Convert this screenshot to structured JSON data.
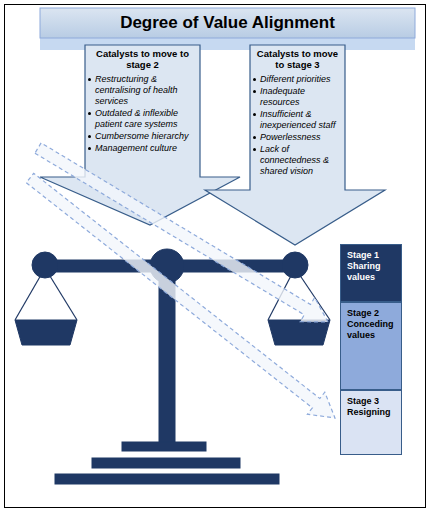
{
  "diagram": {
    "title": "Degree of Value Alignment",
    "nodes": [
      {
        "text": [
          "Catalysts to move to stage 2",
          "Restructuring & centralising of health services",
          "Outdated & inflexible patient care systems",
          "Cumbersome hierarchy",
          "Management culture"
        ]
      },
      {
        "text": [
          "Catalysts to move to stage 3",
          "Different priorities",
          "Inadequate resources",
          "Insufficient & inexperienced staff",
          "Powerlessness",
          "Lack of connectedness & shared vision"
        ]
      },
      {
        "text": [
          "Stage 1",
          "Sharing values"
        ]
      },
      {
        "text": [
          "Stage 2",
          "Conceding values"
        ]
      },
      {
        "text": [
          "Stage 3",
          "Resigning"
        ]
      }
    ]
  }
}
